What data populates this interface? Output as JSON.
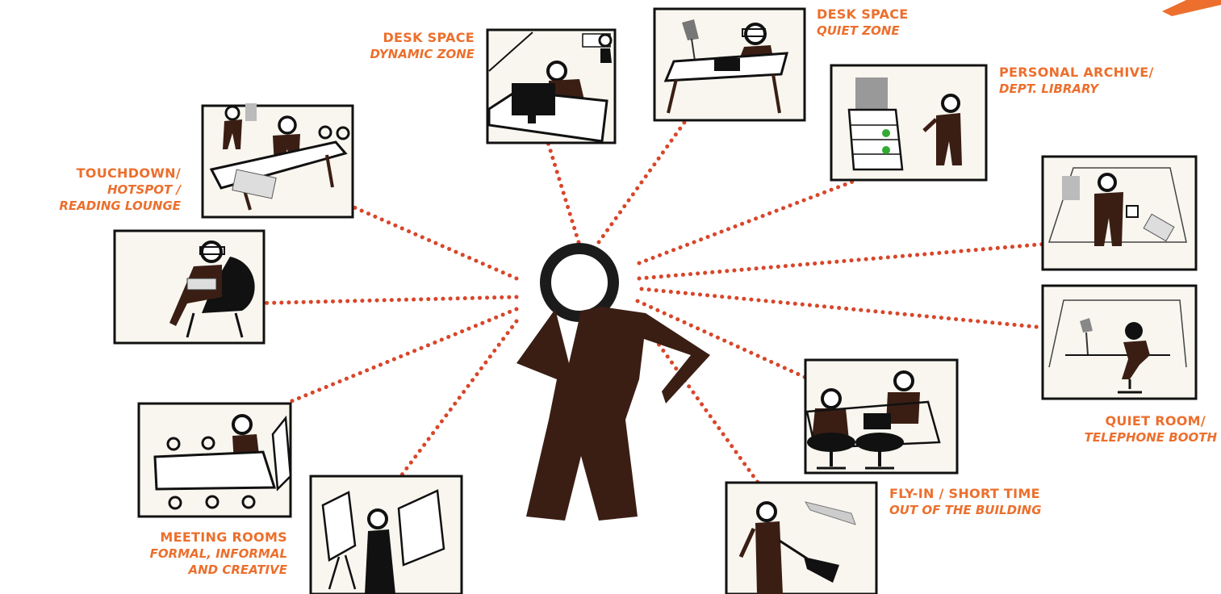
{
  "colors": {
    "accent": "#ec6f2d",
    "figure": "#3a1e14",
    "panel_bg": "#f8f6ef",
    "connector": "#d8462a"
  },
  "labels": {
    "desk_dynamic": {
      "line1": "DESK SPACE",
      "line2": "DYNAMIC ZONE"
    },
    "desk_quiet": {
      "line1": "DESK SPACE",
      "line2": "QUIET ZONE"
    },
    "archive": {
      "line1": "PERSONAL ARCHIVE/",
      "line2": "DEPT. LIBRARY"
    },
    "touchdown": {
      "line1": "TOUCHDOWN/",
      "line2": "HOTSPOT /",
      "line3": "READING LOUNGE"
    },
    "quiet_room": {
      "line1": "QUIET ROOM/",
      "line2": "TELEPHONE BOOTH"
    },
    "flyin": {
      "line1": "FLY-IN / SHORT TIME",
      "line2": "OUT OF THE BUILDING"
    },
    "meeting": {
      "line1": "MEETING ROOMS",
      "line2": "FORMAL, INFORMAL",
      "line3": "AND CREATIVE"
    }
  }
}
